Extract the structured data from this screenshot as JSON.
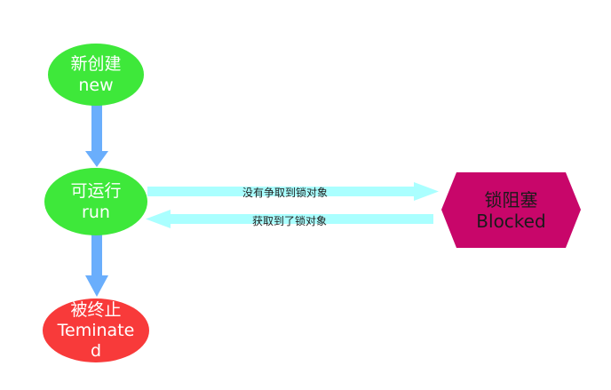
{
  "colors": {
    "state_green": "#3ee83a",
    "terminated_red": "#f83a3a",
    "blocked_magenta": "#c8066a",
    "down_arrow_blue": "#6aaefc",
    "side_arrow_cyan": "#aaffff"
  },
  "nodes": {
    "new": {
      "line1": "新创建",
      "line2": "new"
    },
    "runnable": {
      "line1": "可运行",
      "line2": "run"
    },
    "terminated": {
      "line1": "被终止",
      "line2": "Teminate",
      "line3": "d"
    },
    "blocked": {
      "line1": "锁阻塞",
      "line2": "Blocked"
    }
  },
  "edges": {
    "to_blocked": "没有争取到锁对象",
    "from_blocked": "获取到了锁对象"
  }
}
